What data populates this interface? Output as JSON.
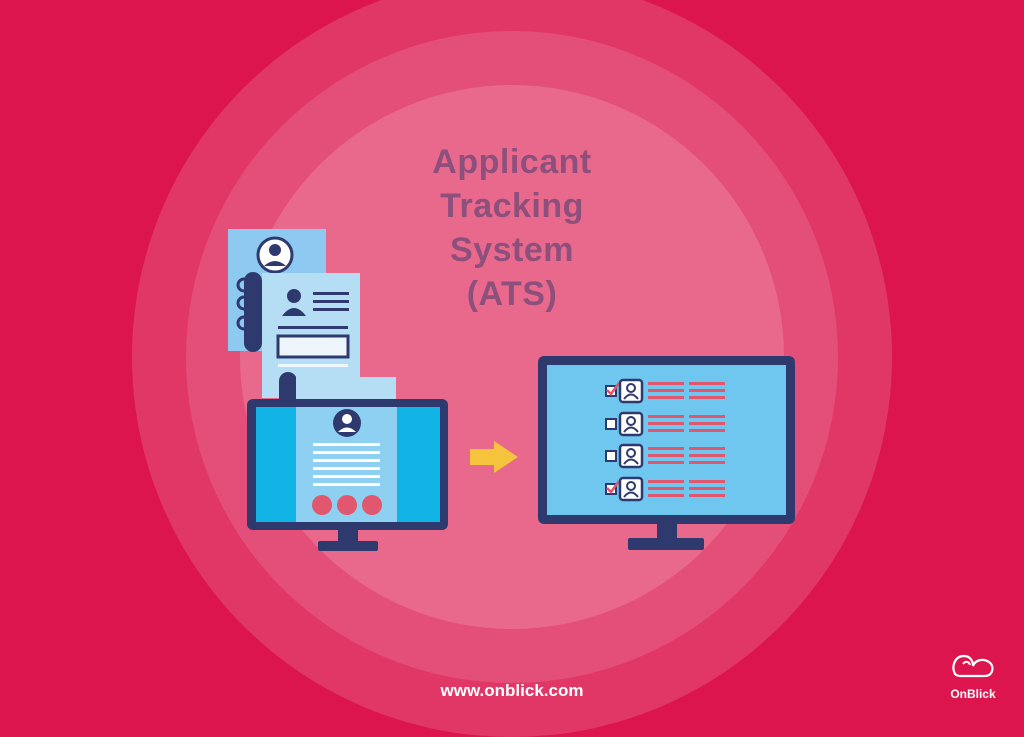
{
  "title": {
    "line1": "Applicant",
    "line2": "Tracking",
    "line3": "System",
    "line4": "(ATS)"
  },
  "footer": {
    "url": "www.onblick.com"
  },
  "brand": {
    "name": "OnBlick",
    "logo_icon": "onblick-logo-icon"
  },
  "colors": {
    "background": "#dc154f",
    "title": "#8d4f7c",
    "monitor_frame": "#2e3a6e",
    "screen": "#6fc7f0",
    "accent_red": "#e0576e",
    "arrow": "#f6c43c"
  },
  "candidate_list": [
    {
      "checked": true
    },
    {
      "checked": false
    },
    {
      "checked": false
    },
    {
      "checked": true
    }
  ]
}
